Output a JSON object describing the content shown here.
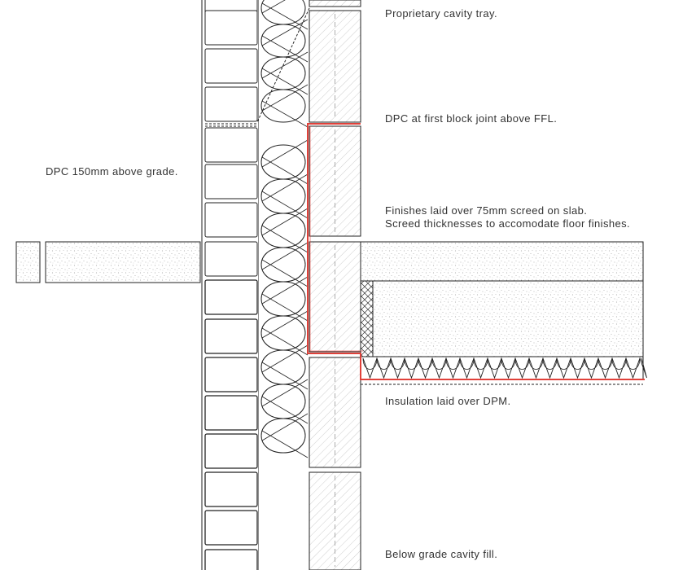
{
  "annotations": {
    "cavity_tray": "Proprietary cavity tray.",
    "dpc_block_joint": "DPC at first block joint above FFL.",
    "dpc_above_grade": "DPC 150mm above grade.",
    "finishes_line1": "Finishes laid over 75mm screed on slab.",
    "finishes_line2": "Screed thicknesses to accomodate floor finishes.",
    "insulation_dpm": "Insulation laid over DPM.",
    "below_grade": "Below grade cavity fill."
  },
  "colors": {
    "line": "#222222",
    "membrane": "#e0413a",
    "hatch": "#b9b9b9",
    "text": "#333333"
  }
}
